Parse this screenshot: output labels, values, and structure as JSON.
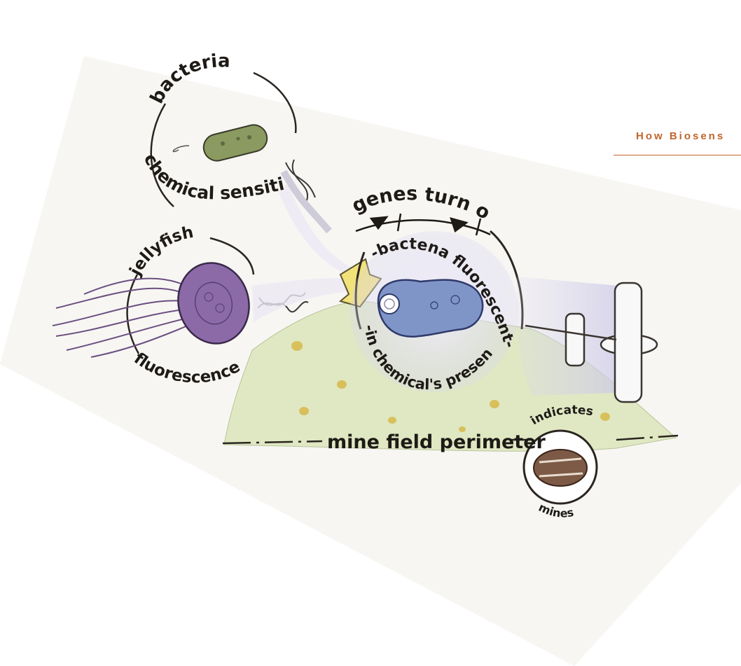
{
  "header": {
    "title": "How Biosens",
    "accent_color": "#c0652d"
  },
  "diagram": {
    "labels": {
      "bacteria": "bacteria",
      "chemical_sensitivity": "chemical sensitivity",
      "jellyfish": "jellyfish",
      "fluorescence": "fluorescence",
      "genes_turn_on": "genes turn on",
      "bacteria_fluorescent": "-bactena fluorescent-",
      "in_chemicals_presence": "-in chemical's presence-",
      "mine_field_perimeter": "mine field perimeter",
      "indicates": "indicates",
      "mines": "mines"
    },
    "icons": [
      "bacterium",
      "jellyfish",
      "dna-strand",
      "yellow-arrow",
      "fluorescent-bacterium",
      "airplane",
      "magnifier"
    ],
    "colors": {
      "field_green": "#dfe8c3",
      "bacterium_green": "#8a9a60",
      "jellyfish_purple": "#8c6aa8",
      "fluorescent_blue": "#7f95c8",
      "arrow_yellow": "#f1e27a",
      "mine_brown": "#7d5a46",
      "ink": "#1e1a16"
    }
  }
}
